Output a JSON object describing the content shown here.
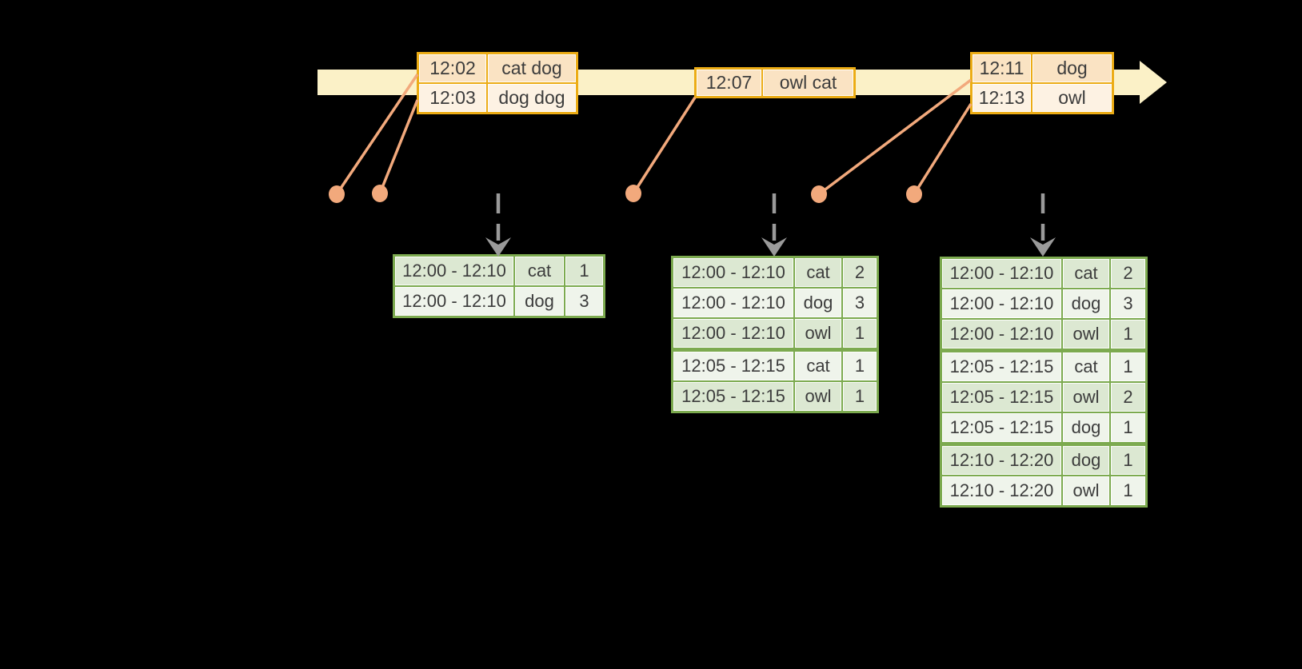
{
  "colors": {
    "background": "#000000",
    "timeline_band": "#fbf1c7",
    "event_table_border": "#ecac15",
    "event_row_dark": "#fae3c3",
    "event_row_light": "#fdf2e3",
    "result_table_border": "#7caa4f",
    "result_row_dark": "#dce8d2",
    "result_row_light": "#eff4eb",
    "marker_dot": "#f2a97c",
    "trigger_arrow": "#9a9a9a",
    "text": "#3c3c3c"
  },
  "event_tables": [
    {
      "name": "input-events-1",
      "rows": [
        [
          "12:02",
          "cat dog"
        ],
        [
          "12:03",
          "dog dog"
        ]
      ]
    },
    {
      "name": "input-events-2",
      "rows": [
        [
          "12:07",
          "owl cat"
        ]
      ]
    },
    {
      "name": "input-events-3",
      "rows": [
        [
          "12:11",
          "dog"
        ],
        [
          "12:13",
          "owl"
        ]
      ]
    }
  ],
  "result_tables": [
    {
      "name": "windowed-counts-1",
      "rows": [
        [
          "12:00 - 12:10",
          "cat",
          "1"
        ],
        [
          "12:00 - 12:10",
          "dog",
          "3"
        ]
      ],
      "group_breaks": []
    },
    {
      "name": "windowed-counts-2",
      "rows": [
        [
          "12:00 - 12:10",
          "cat",
          "2"
        ],
        [
          "12:00 - 12:10",
          "dog",
          "3"
        ],
        [
          "12:00 - 12:10",
          "owl",
          "1"
        ],
        [
          "12:05 - 12:15",
          "cat",
          "1"
        ],
        [
          "12:05 - 12:15",
          "owl",
          "1"
        ]
      ],
      "group_breaks": [
        3
      ]
    },
    {
      "name": "windowed-counts-3",
      "rows": [
        [
          "12:00 - 12:10",
          "cat",
          "2"
        ],
        [
          "12:00 - 12:10",
          "dog",
          "3"
        ],
        [
          "12:00 - 12:10",
          "owl",
          "1"
        ],
        [
          "12:05 - 12:15",
          "cat",
          "1"
        ],
        [
          "12:05 - 12:15",
          "owl",
          "2"
        ],
        [
          "12:05 - 12:15",
          "dog",
          "1"
        ],
        [
          "12:10 - 12:20",
          "dog",
          "1"
        ],
        [
          "12:10 - 12:20",
          "owl",
          "1"
        ]
      ],
      "group_breaks": [
        3,
        6
      ]
    }
  ]
}
